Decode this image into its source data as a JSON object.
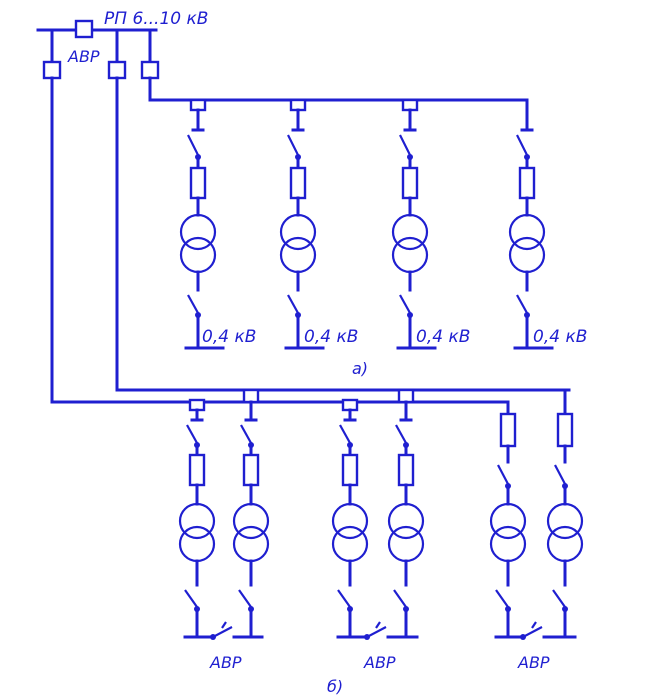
{
  "title": "РП 6...10 кВ",
  "avr_label": "АВР",
  "voltage_label": "0,4 кВ",
  "part_a_label": "а)",
  "part_b_label": "б)",
  "colors": {
    "line": "#1f1fd0",
    "background": "#ffffff"
  }
}
